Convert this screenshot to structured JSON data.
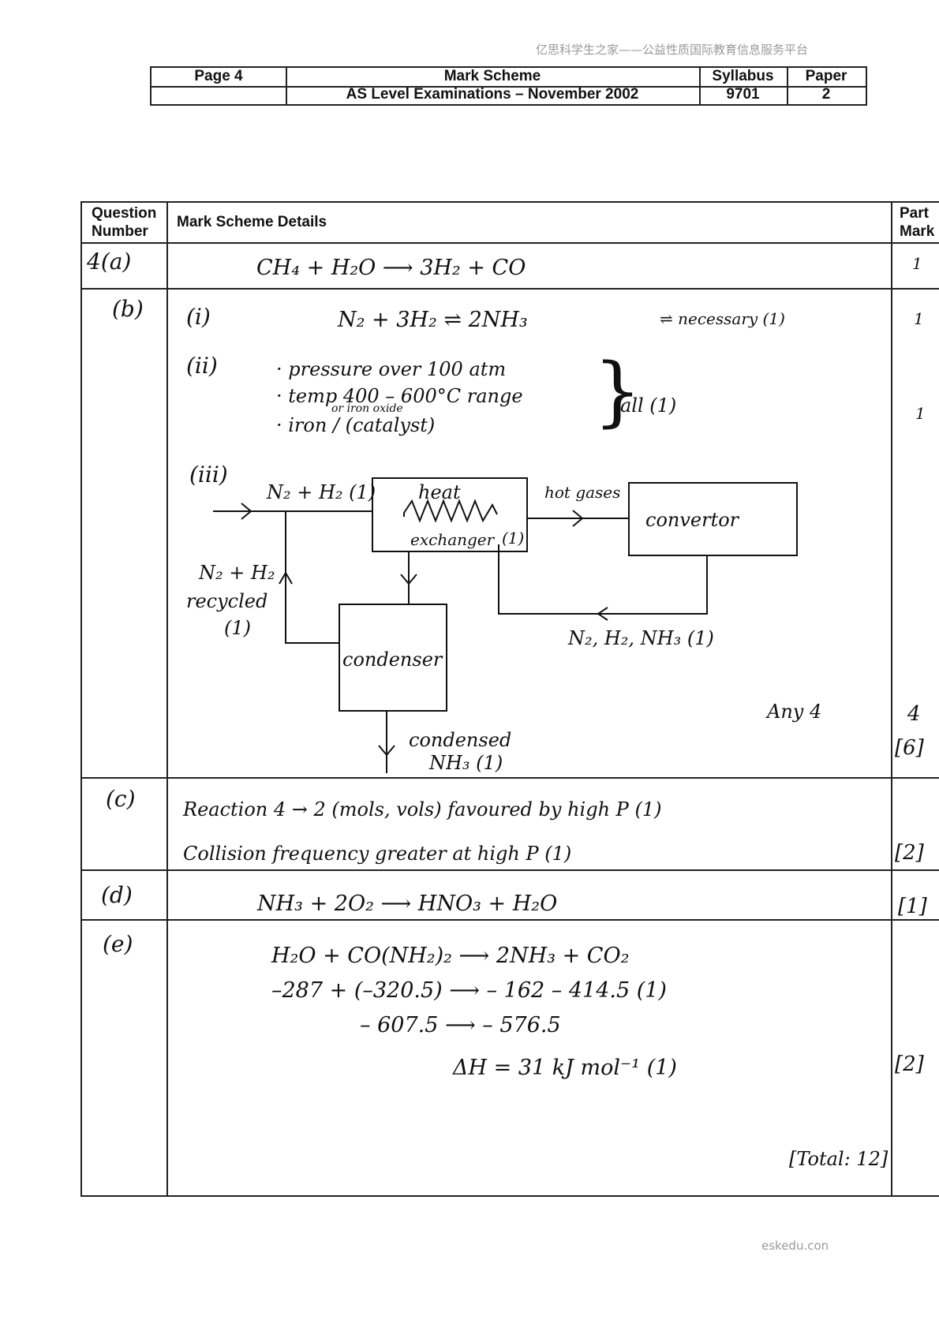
{
  "watermark": {
    "top": "亿思科学生之家——公益性质国际教育信息服务平台",
    "bottom": "eskedu.con"
  },
  "header": {
    "page": "Page 4",
    "title1": "Mark Scheme",
    "title2": "AS Level Examinations – November 2002",
    "syllabus_label": "Syllabus",
    "syllabus_value": "9701",
    "paper_label": "Paper",
    "paper_value": "2"
  },
  "table": {
    "col_question": [
      "Question",
      "Number"
    ],
    "col_details": "Mark Scheme Details",
    "col_mark": [
      "Part",
      "Mark"
    ]
  },
  "q4": {
    "a": {
      "label": "4(a)",
      "equation": "CH₄  +  H₂O  ⟶  3H₂  +  CO",
      "mark": "1"
    },
    "b": {
      "label": "(b)",
      "i_label": "(i)",
      "i_equation": "N₂ + 3H₂ ⇌ 2NH₃",
      "i_note": "⇌ necessary (1)",
      "i_mark": "1",
      "ii_label": "(ii)",
      "ii_points": [
        "· pressure over 100 atm",
        "· temp  400 – 600°C  range",
        "· iron / (catalyst)"
      ],
      "ii_insert": "or iron oxide",
      "ii_all": "all (1)",
      "ii_mark": "1",
      "iii_label": "(iii)",
      "diagram": {
        "feed": "N₂ + H₂ (1)",
        "heat_exchanger_top": "heat",
        "heat_exchanger_bottom": "exchanger",
        "heat_exchanger_mark": "(1)",
        "hot_gases": "hot gases",
        "convertor": "convertor",
        "recycled_1": "N₂ + H₂",
        "recycled_2": "recycled",
        "recycled_3": "(1)",
        "return_gases": "N₂, H₂, NH₃  (1)",
        "condenser": "condenser",
        "condensed_1": "condensed",
        "condensed_2": "NH₃   (1)"
      },
      "any": "Any 4",
      "iii_mark": "4",
      "total": "[6]"
    },
    "c": {
      "label": "(c)",
      "line1": "Reaction 4 → 2 (mols, vols) favoured by high P   (1)",
      "line2": "Collision frequency greater at high P   (1)",
      "total": "[2]"
    },
    "d": {
      "label": "(d)",
      "equation": "NH₃  + 2O₂  ⟶  HNO₃  +  H₂O",
      "total": "[1]"
    },
    "e": {
      "label": "(e)",
      "line1": "H₂O  + CO(NH₂)₂ ⟶  2NH₃  +  CO₂",
      "line2": "–287  + (–320.5) ⟶  – 162     – 414.5   (1)",
      "line3": "– 607.5   ⟶   – 576.5",
      "line4": "ΔH  =  31  kJ mol⁻¹   (1)",
      "total": "[2]",
      "grand_total": "[Total: 12]"
    }
  }
}
